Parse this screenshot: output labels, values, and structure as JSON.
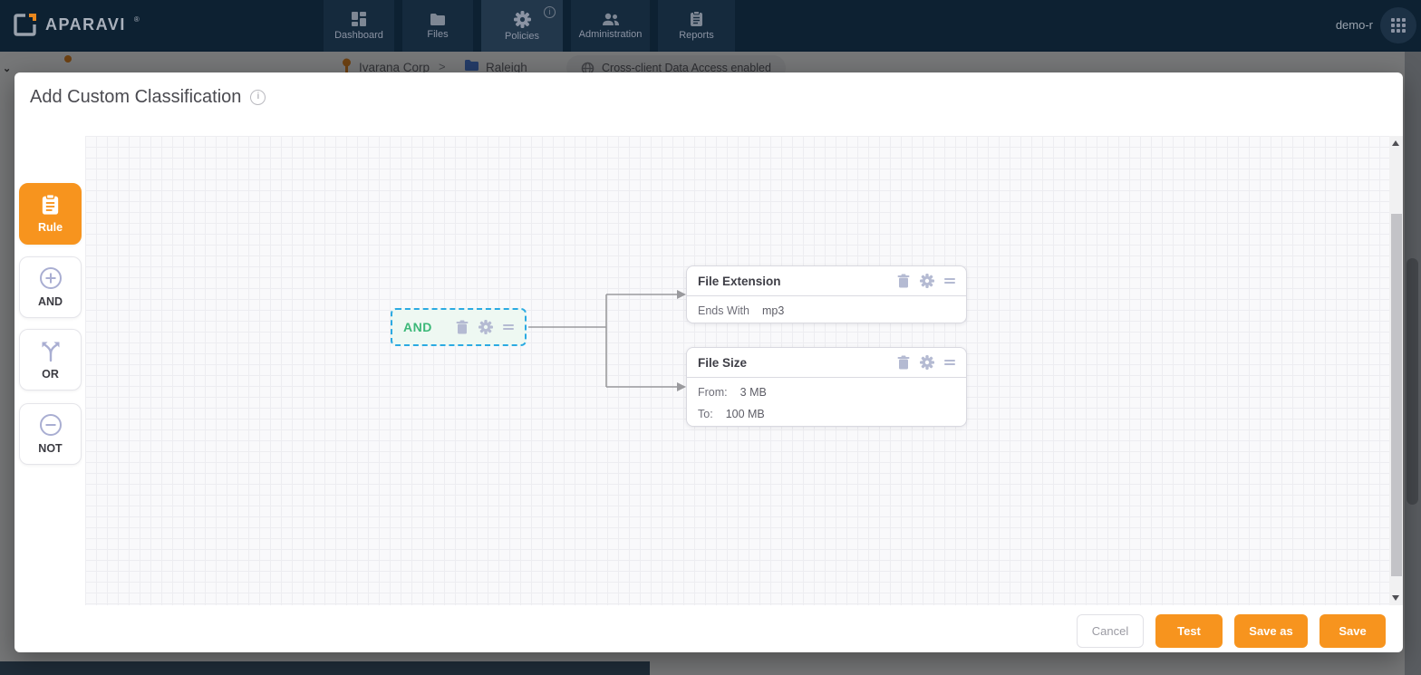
{
  "navbar": {
    "brand": "APARAVI",
    "brand_reg": "®",
    "user": "demo-r",
    "tabs": [
      {
        "label": "Dashboard"
      },
      {
        "label": "Files"
      },
      {
        "label": "Policies"
      },
      {
        "label": "Administration"
      },
      {
        "label": "Reports"
      }
    ],
    "active_tab": "Policies",
    "policies_info": "i"
  },
  "breadcrumb": {
    "client": "Ivarana Corp",
    "separator": ">",
    "folder": "Raleigh",
    "badge": "Cross-client Data Access enabled"
  },
  "modal": {
    "title": "Add Custom Classification",
    "title_info": "i",
    "toolbar": [
      {
        "label": "Rule"
      },
      {
        "label": "AND"
      },
      {
        "label": "OR"
      },
      {
        "label": "NOT"
      }
    ],
    "canvas": {
      "operator_node": {
        "label": "AND",
        "selected": true
      },
      "rule_nodes": [
        {
          "title": "File Extension",
          "fields": [
            {
              "label": "Ends With",
              "value": "mp3"
            }
          ]
        },
        {
          "title": "File Size",
          "fields": [
            {
              "label": "From:",
              "value": "3 MB"
            },
            {
              "label": "To:",
              "value": "100 MB"
            }
          ]
        }
      ]
    },
    "footer": {
      "cancel": "Cancel",
      "test": "Test",
      "save_as": "Save as",
      "save": "Save"
    }
  },
  "colors": {
    "accent_orange": "#f7941e",
    "selection_blue": "#2baae2",
    "operator_green": "#3cb878",
    "navbar_bg": "#0d2132",
    "icon_lavender": "#b4bad2"
  }
}
